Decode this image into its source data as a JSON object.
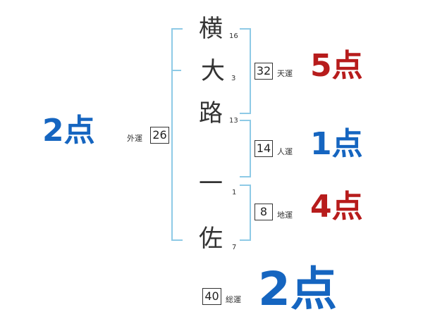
{
  "name_chars": [
    {
      "char": "横",
      "strokes": "16"
    },
    {
      "char": "大",
      "strokes": "3"
    },
    {
      "char": "路",
      "strokes": "13"
    },
    {
      "char": "一",
      "strokes": "1"
    },
    {
      "char": "佐",
      "strokes": "7"
    }
  ],
  "gaikaku": {
    "value": "26",
    "label": "外運",
    "score": "2点",
    "color": "#1565c0"
  },
  "tenkaku": {
    "value": "32",
    "label": "天運",
    "score": "5点",
    "color": "#b71c1c"
  },
  "jinkaku": {
    "value": "14",
    "label": "人運",
    "score": "1点",
    "color": "#1565c0"
  },
  "chikaku": {
    "value": "8",
    "label": "地運",
    "score": "4点",
    "color": "#b71c1c"
  },
  "soukaku": {
    "value": "40",
    "label": "総運",
    "score": "2点",
    "color": "#1565c0"
  }
}
